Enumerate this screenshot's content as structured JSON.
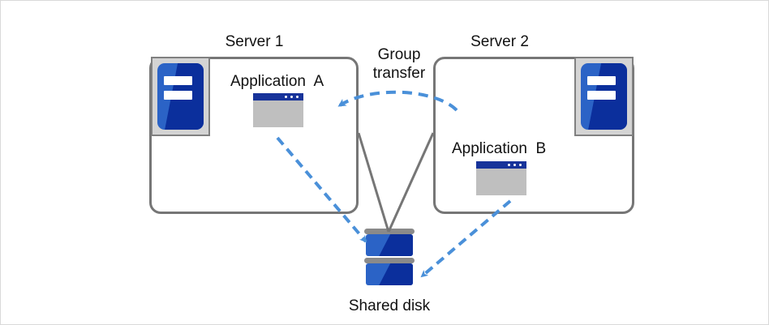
{
  "diagram": {
    "title": "Cluster group transfer between two servers sharing a disk",
    "colors": {
      "enclosure_stroke": "#767676",
      "connector_stroke": "#767676",
      "transfer_arrow": "#4a90d9",
      "icon_blue_light": "#2b63c6",
      "icon_blue_dark": "#0b2f9c",
      "icon_frame_gray": "#d4d4d4",
      "window_body_gray": "#bfbfbf",
      "window_title_navy": "#17339a",
      "disk_separator_gray": "#8a8a8a",
      "text": "#111111",
      "page_border": "#d9d9d9"
    },
    "labels": {
      "server1": "Server 1",
      "server2": "Server 2",
      "application_a": "Application  A",
      "application_b": "Application  B",
      "group_transfer_line1": "Group",
      "group_transfer_line2": "transfer",
      "shared_disk": "Shared disk"
    },
    "nodes": [
      {
        "id": "server1",
        "type": "enclosure",
        "label": "Server 1",
        "icon": "server-rack-icon",
        "icon_position": "top-left"
      },
      {
        "id": "server2",
        "type": "enclosure",
        "label": "Server 2",
        "icon": "server-rack-icon",
        "icon_position": "top-right"
      },
      {
        "id": "application-a",
        "type": "application-window",
        "label": "Application  A",
        "parent": "server1"
      },
      {
        "id": "application-b",
        "type": "application-window",
        "label": "Application  B",
        "parent": "server2"
      },
      {
        "id": "shared-disk",
        "type": "disk-stack",
        "label": "Shared disk",
        "plates": 2
      }
    ],
    "connections": [
      {
        "id": "server1-to-disk",
        "from": "server1",
        "to": "shared-disk",
        "style": "solid",
        "color": "#767676",
        "arrow": false
      },
      {
        "id": "server2-to-disk",
        "from": "server2",
        "to": "shared-disk",
        "style": "solid",
        "color": "#767676",
        "arrow": false
      },
      {
        "id": "app-a-to-disk",
        "from": "application-a",
        "to": "shared-disk",
        "style": "dashed",
        "color": "#4a90d9",
        "arrow": true
      },
      {
        "id": "app-b-to-disk",
        "from": "application-b",
        "to": "shared-disk",
        "style": "dashed",
        "color": "#4a90d9",
        "arrow": true
      },
      {
        "id": "group-transfer",
        "from": "server2",
        "to": "server1",
        "style": "dashed-curve",
        "color": "#4a90d9",
        "arrow": true,
        "label": "Group transfer"
      }
    ]
  }
}
